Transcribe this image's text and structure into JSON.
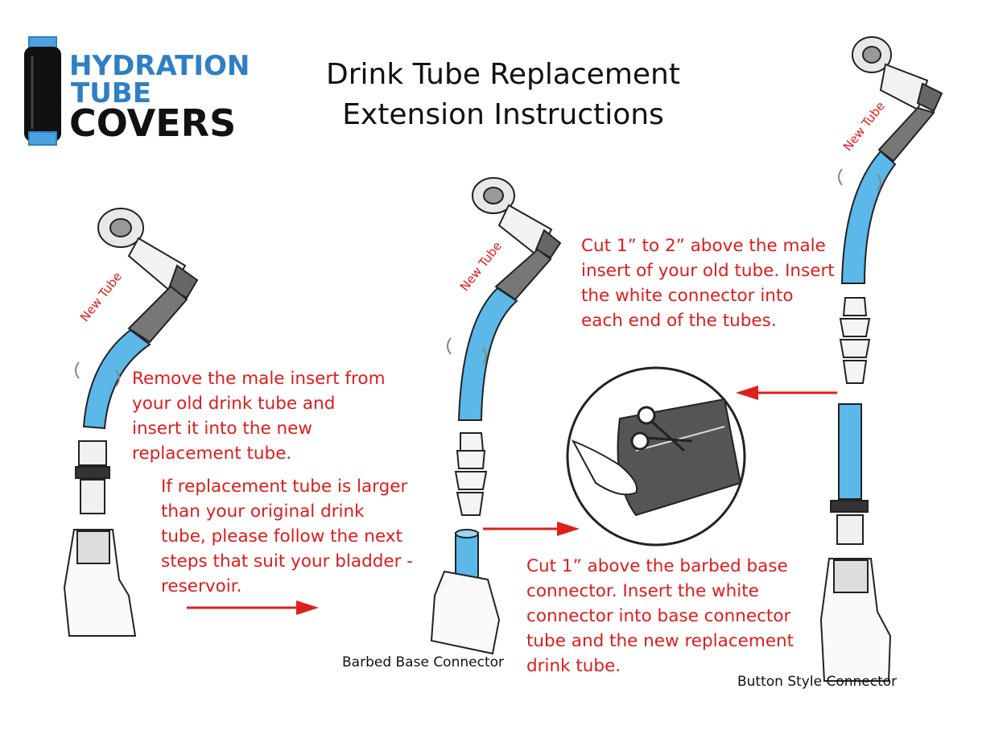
{
  "logo": {
    "line1": "HYDRATION",
    "line2": "TUBE",
    "line3": "COVERS",
    "colors": {
      "blue": "#2f7fc4",
      "black": "#111111",
      "light_blue": "#4aa3df"
    }
  },
  "title": {
    "line1": "Drink Tube Replacement",
    "line2": "Extension Instructions"
  },
  "tube_label": "New Tube",
  "step1": {
    "lines": [
      "Remove the male insert from",
      "your old drink tube and",
      "insert it into the new",
      "replacement tube."
    ]
  },
  "step2": {
    "lines": [
      "If replacement tube is larger",
      "than your original drink",
      "tube, please follow the next",
      "steps that suit your bladder -",
      "reservoir."
    ]
  },
  "barbed": {
    "lines": [
      "Cut 1” above the barbed base",
      "connector. Insert the white",
      "connector into base connector",
      "tube and the new replacement",
      "drink tube."
    ],
    "caption": "Barbed Base Connector"
  },
  "button": {
    "lines": [
      "Cut 1” to 2” above the male",
      "insert of your old tube. Insert",
      "the white connector into",
      "each end of the tubes."
    ],
    "caption": "Button Style Connector"
  },
  "colors": {
    "text_red": "#e01b1b",
    "tube_blue": "#5bb8e8",
    "arrow_red": "#e0201b",
    "outline": "#222222",
    "sleeve_gray": "#777777"
  }
}
